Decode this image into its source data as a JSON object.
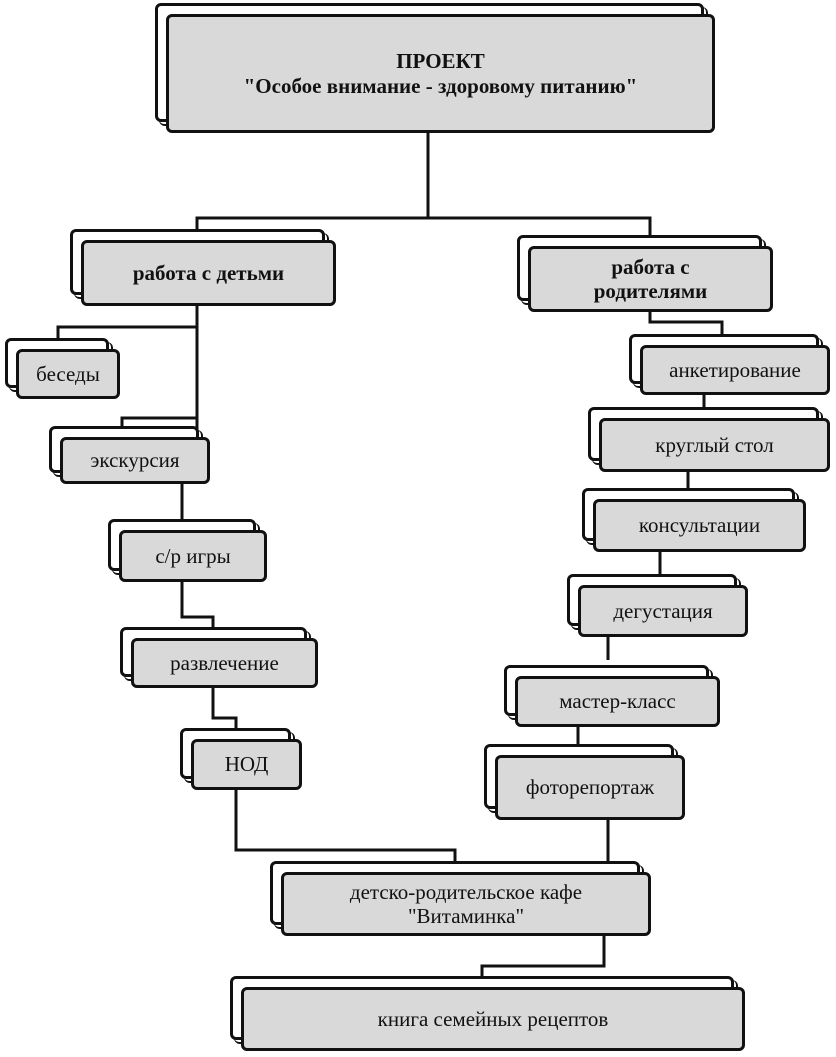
{
  "project": {
    "line1": "ПРОЕКТ",
    "line2": "\"Особое внимание - здоровому питанию\""
  },
  "children_branch": {
    "title": "работа с детьми",
    "items": [
      "беседы",
      "экскурсия",
      "с/р игры",
      "развлечение",
      "НОД"
    ]
  },
  "parents_branch": {
    "title_line1": "работа с",
    "title_line2": "родителями",
    "items": [
      "анкетирование",
      "круглый стол",
      "консультации",
      "дегустация",
      "мастер-класс",
      "фоторепортаж"
    ]
  },
  "cafe": {
    "line1": "детско-родительское кафе",
    "line2": "\"Витаминка\""
  },
  "book": {
    "label": "книга семейных рецептов"
  },
  "colors": {
    "box_fill": "#d9d9d9",
    "border": "#111111"
  }
}
